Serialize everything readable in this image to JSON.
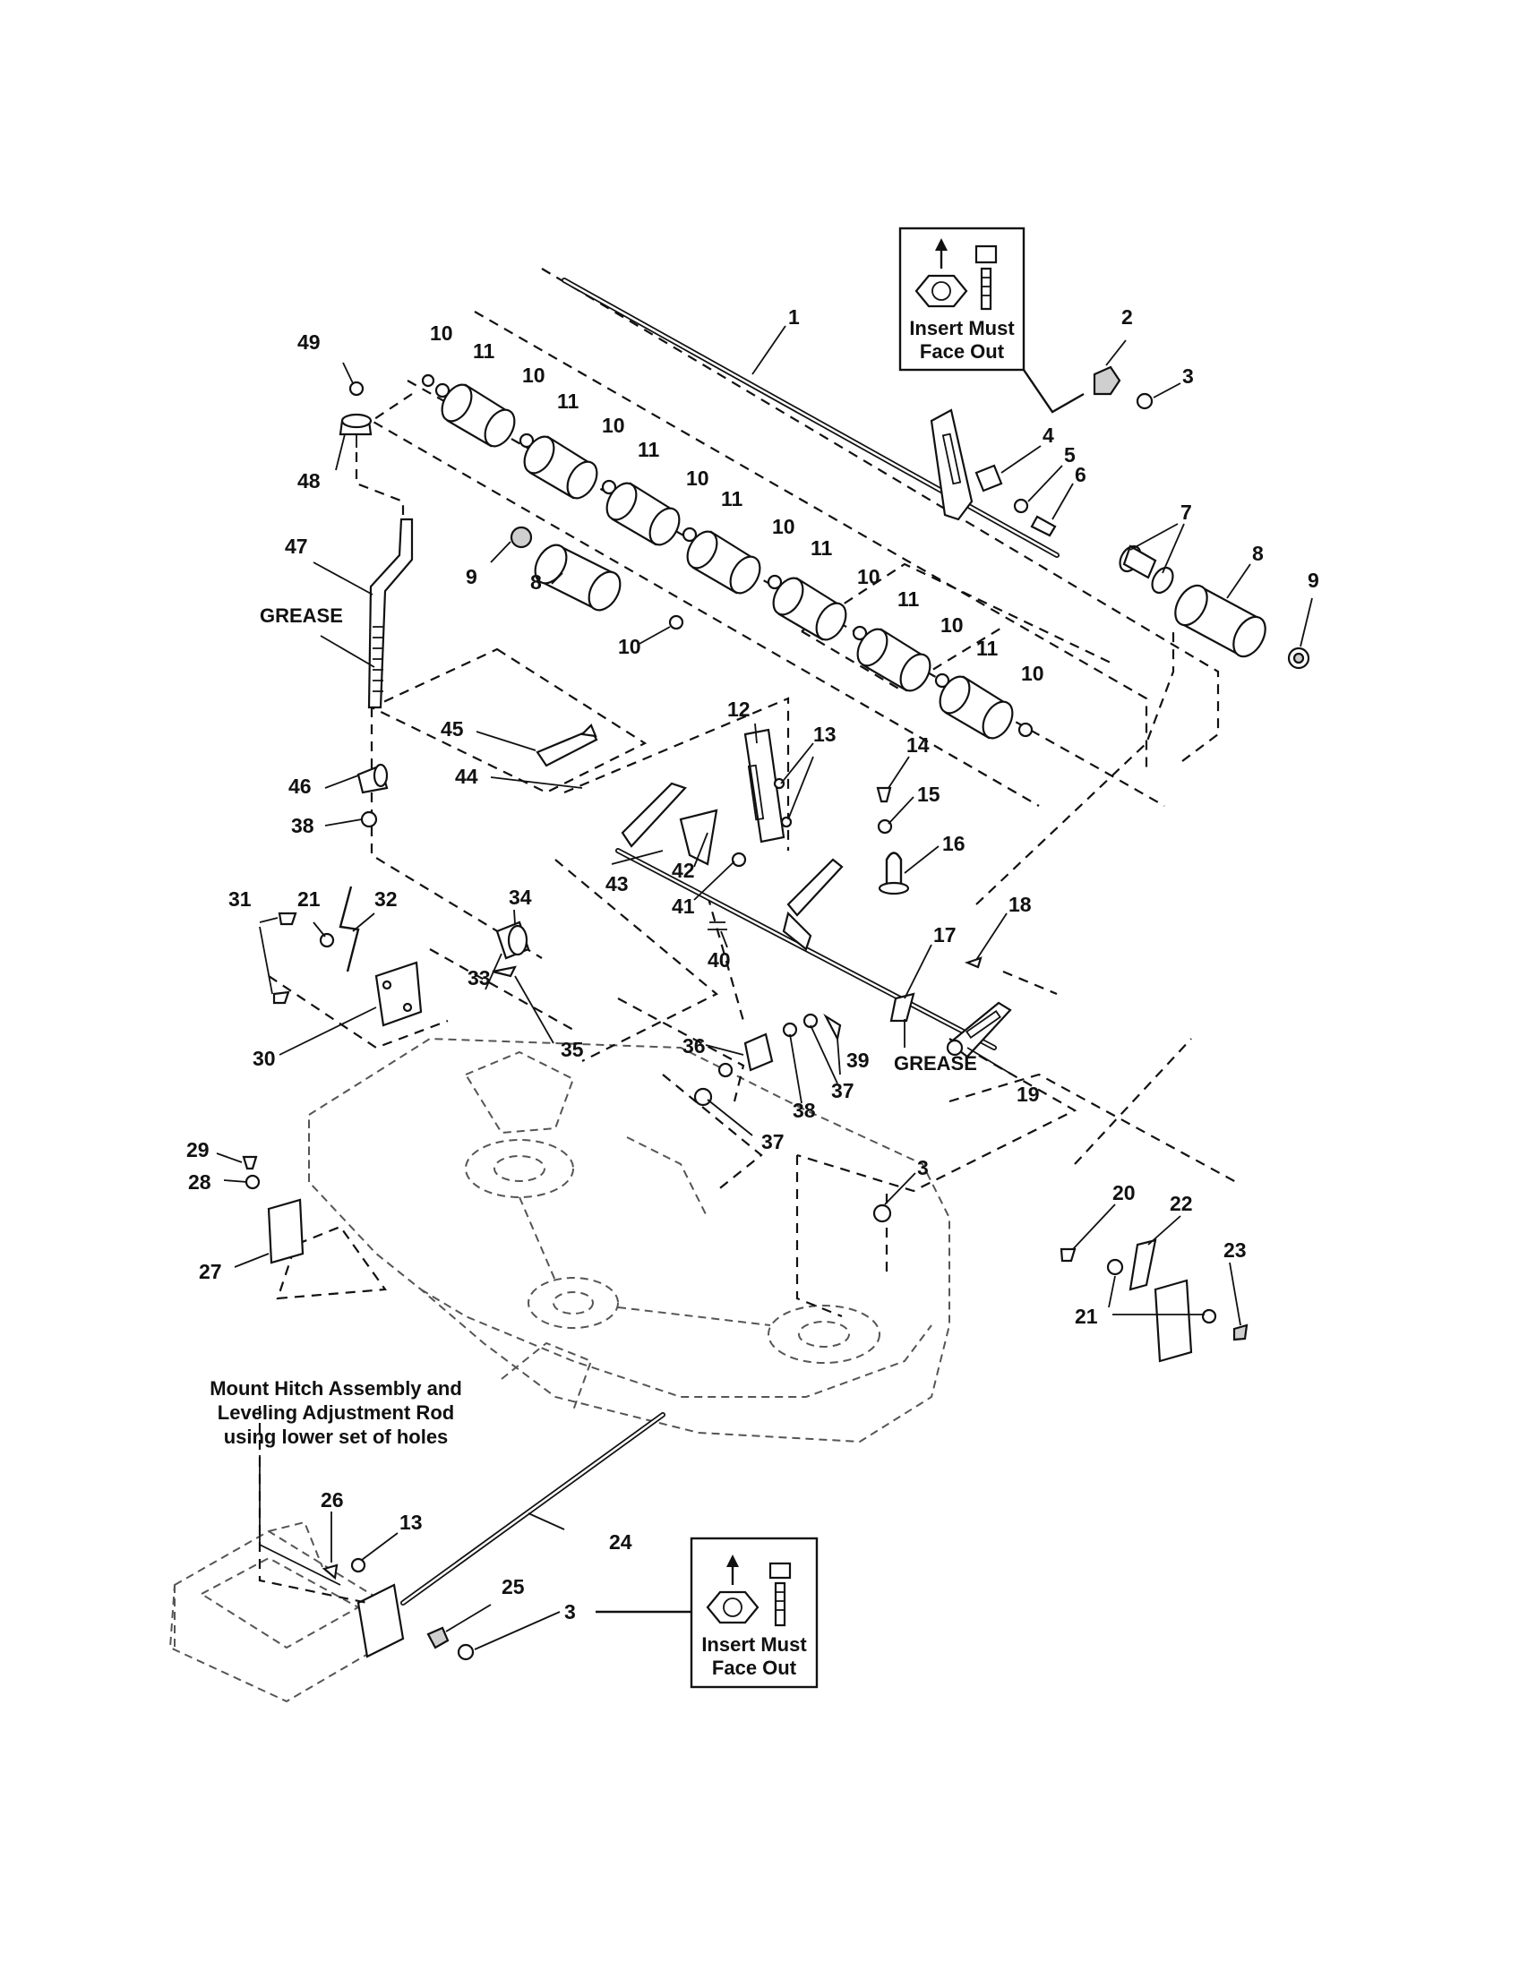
{
  "part_labels": [
    "1",
    "2",
    "3",
    "4",
    "5",
    "6",
    "7",
    "8",
    "9",
    "10",
    "11",
    "12",
    "13",
    "14",
    "15",
    "16",
    "17",
    "18",
    "19",
    "20",
    "21",
    "22",
    "23",
    "24",
    "25",
    "26",
    "27",
    "28",
    "29",
    "30",
    "31",
    "32",
    "33",
    "34",
    "35",
    "36",
    "37",
    "38",
    "39",
    "40",
    "41",
    "42",
    "43",
    "44",
    "45",
    "46",
    "47",
    "48",
    "49"
  ],
  "callouts": {
    "grease_top": "GREASE",
    "grease_mid": "GREASE",
    "insert_top_line1": "Insert Must",
    "insert_top_line2": "Face Out",
    "insert_bottom_line1": "Insert Must",
    "insert_bottom_line2": "Face Out",
    "hitch_note_line1": "Mount Hitch Assembly and",
    "hitch_note_line2": "Leveling Adjustment Rod",
    "hitch_note_line3": "using lower set of holes"
  },
  "icons": [
    "locknut-icon",
    "bolt-icon"
  ]
}
